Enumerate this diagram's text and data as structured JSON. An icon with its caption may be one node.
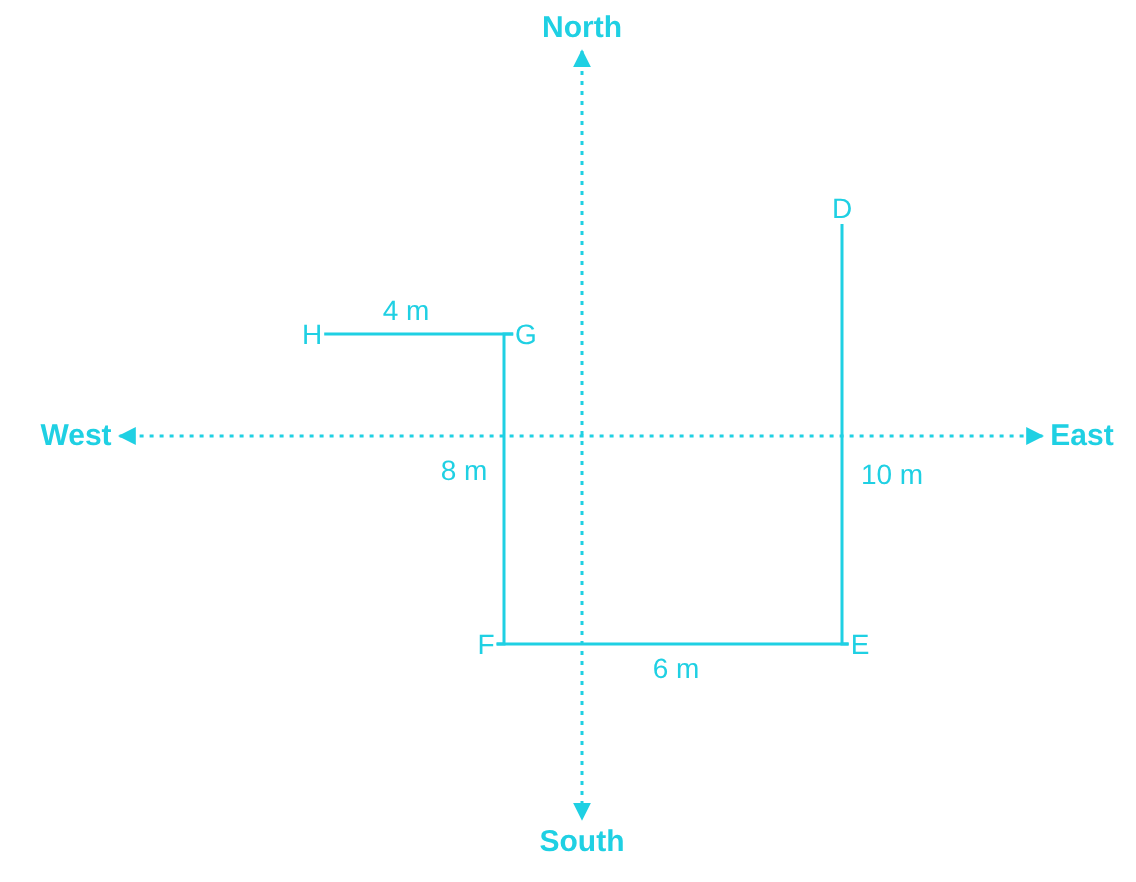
{
  "diagram": {
    "nodes": [
      {
        "text": [
          "North"
        ]
      },
      {
        "text": [
          "South"
        ]
      },
      {
        "text": [
          "West"
        ]
      },
      {
        "text": [
          "East"
        ]
      },
      {
        "text": [
          "D"
        ]
      },
      {
        "text": [
          "E"
        ]
      },
      {
        "text": [
          "F"
        ]
      },
      {
        "text": [
          "G"
        ]
      },
      {
        "text": [
          "H"
        ]
      }
    ],
    "edges": [
      {
        "from": 2,
        "to": 3,
        "arrow": "both",
        "style": "dashed"
      },
      {
        "from": 0,
        "to": 1,
        "arrow": "both",
        "style": "dashed"
      },
      {
        "from": 4,
        "to": 5,
        "arrow": "none",
        "label": "10 m"
      },
      {
        "from": 5,
        "to": 6,
        "arrow": "none",
        "label": "6 m"
      },
      {
        "from": 6,
        "to": 7,
        "arrow": "none",
        "label": "8 m"
      },
      {
        "from": 7,
        "to": 8,
        "arrow": "none",
        "label": "4 m"
      }
    ]
  }
}
